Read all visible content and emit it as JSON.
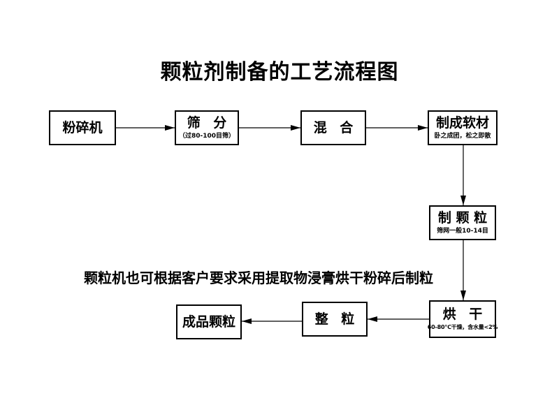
{
  "title": "颗粒剂制备的工艺流程图",
  "steps": {
    "crush": {
      "label": "粉碎机"
    },
    "sieve": {
      "label": "筛 分",
      "note": "（过80-100目筛）"
    },
    "mix": {
      "label": "混 合"
    },
    "soft": {
      "label": "制成软材",
      "note": "卧之成团，松之即散"
    },
    "granulate": {
      "label": "制 颗 粒",
      "note": "筛网一般10-14目"
    },
    "dry": {
      "label": "烘 干",
      "note": "60-80℃干燥，含水量<2%"
    },
    "size": {
      "label": "整 粒"
    },
    "product": {
      "label": "成品颗粒"
    }
  },
  "remark": "颗粒机也可根据客户要求采用提取物浸膏烘干粉碎后制粒"
}
